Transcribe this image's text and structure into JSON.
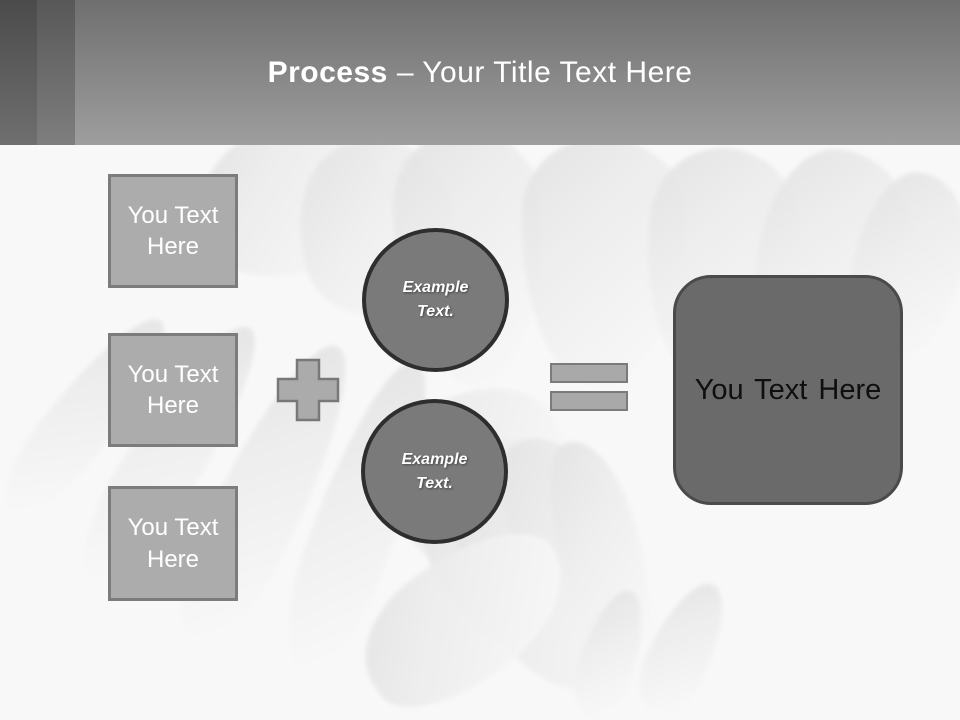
{
  "header": {
    "title_emphasis": "Process",
    "title_rest": "– Your Title Text Here"
  },
  "input_boxes": [
    {
      "label": "You Text Here"
    },
    {
      "label": "You Text Here"
    },
    {
      "label": "You Text Here"
    }
  ],
  "example_circles": [
    {
      "label": "Example Text."
    },
    {
      "label": "Example Text."
    }
  ],
  "result_box": {
    "label": "You Text Here"
  },
  "icons": {
    "plus": "plus-icon",
    "equals": "equals-icon"
  },
  "colors": {
    "header_gradient_top": "#6f6f6f",
    "header_gradient_bottom": "#9e9e9e",
    "stripe_dark": "#4b4b4b",
    "stripe_medium": "#585858",
    "background": "#f8f8f8",
    "box_fill": "#acacac",
    "box_border": "#7c7c7c",
    "circle_fill": "#7a7a7a",
    "circle_border": "#2e2e2e",
    "result_fill": "#6a6a6a",
    "result_border": "#4a4a4a",
    "title_text": "#ffffff",
    "box_text": "#ffffff",
    "circle_text": "#ffffff",
    "result_text": "#0f0f0f"
  }
}
